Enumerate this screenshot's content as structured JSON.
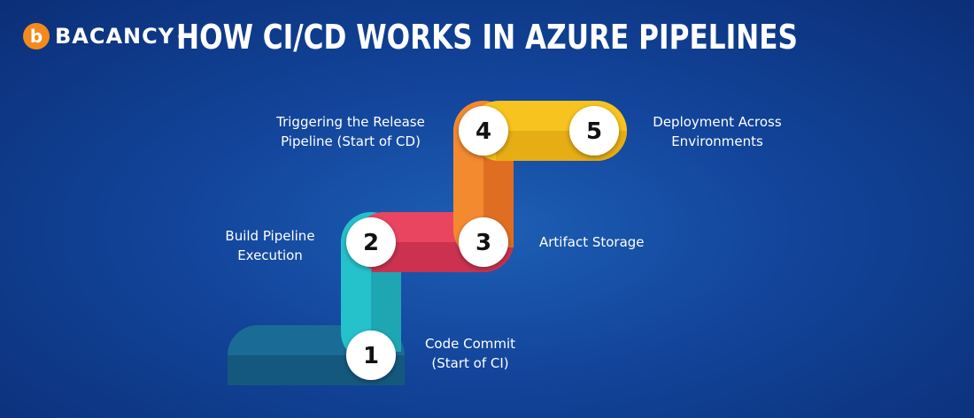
{
  "brand": {
    "name": "BACANCY",
    "mark": "b",
    "reg": "®"
  },
  "title": "HOW CI/CD WORKS IN AZURE PIPELINES",
  "steps": [
    {
      "number": "1",
      "line1": "Code Commit",
      "line2": "(Start of CI)",
      "color": "#1f6fa5"
    },
    {
      "number": "2",
      "line1": "Build Pipeline",
      "line2": "Execution",
      "color": "#22bcc8"
    },
    {
      "number": "3",
      "line1": "Artifact Storage",
      "line2": "",
      "color": "#e8405c"
    },
    {
      "number": "4",
      "line1": "Triggering the Release",
      "line2": "Pipeline (Start of CD)",
      "color": "#f07f2c"
    },
    {
      "number": "5",
      "line1": "Deployment Across",
      "line2": "Environments",
      "color": "#f6c21c"
    }
  ]
}
